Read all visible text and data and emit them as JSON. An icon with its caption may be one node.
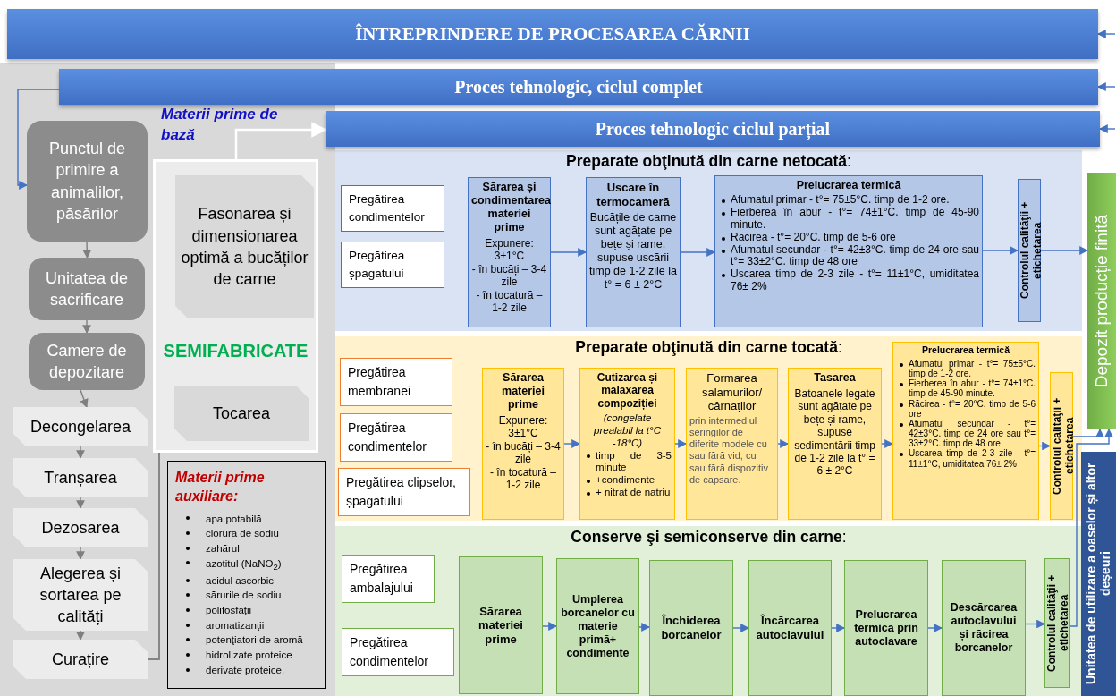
{
  "diagram": {
    "nodes": [
      {
        "text": [
          "ÎNTREPRINDERE DE PROCESAREA CĂRNII"
        ]
      },
      {
        "text": [
          "Proces tehnologic, ciclul complet"
        ]
      },
      {
        "text": [
          "Proces tehnologic ciclul parțial"
        ]
      },
      {
        "text": [
          "Punctul de primire a animalilor, păsărilor"
        ]
      },
      {
        "text": [
          "Unitatea de sacrificare"
        ]
      },
      {
        "text": [
          "Camere de depozitare"
        ]
      },
      {
        "text": [
          "Decongelarea"
        ]
      },
      {
        "text": [
          "Tranșarea"
        ]
      },
      {
        "text": [
          "Dezosarea"
        ]
      },
      {
        "text": [
          "Alegerea și sortarea pe calități"
        ]
      },
      {
        "text": [
          "Curațire"
        ]
      },
      {
        "text": [
          "Materii prime de bază",
          "SEMIFABRICATE"
        ]
      },
      {
        "text": [
          "Fasonarea și dimensionarea optimă a bucăților de carne"
        ],
        "in": 11
      },
      {
        "text": [
          "Tocarea"
        ],
        "in": 11
      },
      {
        "text": [
          "Materii prime auxiliare:",
          "apa potabilă",
          "clorura de sodiu",
          "zahărul",
          "azotitul (NaNO$_{2}$)",
          "acidul ascorbic",
          "sărurile de sodiu",
          "polifosfaţii",
          "aromatizanţii",
          "potenţiatori de aromă",
          "hidrolizate proteice",
          "derivate proteice."
        ]
      },
      {
        "text": [
          "**Preparate obţinută din carne netocată**:"
        ]
      },
      {
        "text": [
          "Pregătirea condimentelor"
        ],
        "in": 15
      },
      {
        "text": [
          "Pregătirea șpagatului"
        ],
        "in": 15
      },
      {
        "text": [
          "Sărarea și condimentarea materiei prime",
          "Expunere: 3±1°C",
          "- în bucăți – 3-4 zile",
          "- în tocatură – 1-2 zile"
        ],
        "in": 15
      },
      {
        "text": [
          "Uscare în termocameră",
          "Bucățile de carne sunt agățate pe bețe și rame, supuse uscării timp de 1-2 zile la t° = 6 ± 2°C"
        ],
        "in": 15
      },
      {
        "text": [
          "Prelucrarea termică",
          "Afumatul primar - t°= 75±5°C. timp de 1-2 ore.",
          "Fierberea în abur - t°= 74±1°C. timp de 45-90 minute.",
          "Răcirea - t°= 20°C. timp de 5-6 ore",
          "Afumatul secundar - t°= 42±3°C. timp de 24 ore sau t°= 33±2°C. timp de 48 ore",
          "Uscarea timp de 2-3 zile - t°= 11±1°C, umiditatea 76± 2%"
        ],
        "in": 15
      },
      {
        "text": [
          "Controlul calităţii + etichetarea"
        ],
        "in": 15
      },
      {
        "text": [
          "**Preparate obţinută din carne tocată**:"
        ]
      },
      {
        "text": [
          "Pregătirea membranei"
        ],
        "in": 22
      },
      {
        "text": [
          "Pregătirea condimentelor"
        ],
        "in": 22
      },
      {
        "text": [
          "Pregătirea clipselor, șpagatului"
        ],
        "in": 22
      },
      {
        "text": [
          "Sărarea materiei prime",
          "Expunere: 3±1°C",
          "- în bucăți – 3-4 zile",
          "- în tocatură – 1-2 zile"
        ],
        "in": 22
      },
      {
        "text": [
          "Cutizarea și malaxarea compoziției",
          "(congelate prealabil la t°C -18°C)",
          "timp de 3-5 minute",
          "+condimente",
          "+ nitrat de natriu"
        ],
        "in": 22
      },
      {
        "text": [
          "Formarea salamurilor/ cârnaților",
          "prin intermediul seringilor de diferite modele cu sau fără vid, cu sau fără dispozitiv de capsare."
        ],
        "in": 22
      },
      {
        "text": [
          "Tasarea",
          "Batoanele legate sunt agățate pe bețe și rame, supuse sedimentării timp de 1-2 zile la t° = 6 ± 2°C"
        ],
        "in": 22
      },
      {
        "text": [
          "Prelucrarea termică",
          "Afumatul primar - t°= 75±5°C. timp de 1-2 ore.",
          "Fierberea în abur - t°= 74±1°C. timp de 45-90 minute.",
          "Răcirea - t°= 20°C. timp de 5-6 ore",
          "Afumatul secundar - t°= 42±3°C. timp de 24 ore sau t°= 33±2°C. timp de 48 ore",
          "Uscarea timp de 2-3 zile - t°= 11±1°C, umiditatea 76± 2%"
        ],
        "in": 22
      },
      {
        "text": [
          "Controlul calităţii + etichetarea"
        ],
        "in": 22
      },
      {
        "text": [
          "**Conserve şi semiconserve din carne**:"
        ]
      },
      {
        "text": [
          "Pregătirea ambalajului"
        ],
        "in": 32
      },
      {
        "text": [
          "Pregătirea condimentelor"
        ],
        "in": 32
      },
      {
        "text": [
          "Sărarea materiei prime"
        ],
        "in": 32
      },
      {
        "text": [
          "Umplerea borcanelor cu materie primă+ condimente"
        ],
        "in": 32
      },
      {
        "text": [
          "Închiderea borcanelor"
        ],
        "in": 32
      },
      {
        "text": [
          "Încărcarea autoclavului"
        ],
        "in": 32
      },
      {
        "text": [
          "Prelucrarea termică prin autoclavare"
        ],
        "in": 32
      },
      {
        "text": [
          "Descărcarea autoclavului și răcirea borcanelor"
        ],
        "in": 32
      },
      {
        "text": [
          "Controlul calităţii + etichetarea"
        ],
        "in": 32
      },
      {
        "text": [
          "Depozit producție finită"
        ]
      },
      {
        "text": [
          "Unitatea de utilizare a oaselor și altor deșeuri"
        ]
      }
    ],
    "edges": [
      {
        "from": null,
        "to": 0,
        "arrow": "to"
      },
      {
        "from": null,
        "to": 1,
        "arrow": "to"
      },
      {
        "from": null,
        "to": 2,
        "arrow": "to"
      },
      {
        "from": 1,
        "to": 3,
        "arrow": "to"
      },
      {
        "from": 3,
        "to": 4,
        "arrow": "to",
        "color": "#7f7f7f"
      },
      {
        "from": 4,
        "to": 5,
        "arrow": "to",
        "color": "#7f7f7f"
      },
      {
        "from": 5,
        "to": 6,
        "arrow": "to",
        "color": "#7f7f7f"
      },
      {
        "from": 6,
        "to": 7,
        "arrow": "to",
        "color": "#7f7f7f"
      },
      {
        "from": 7,
        "to": 8,
        "arrow": "to",
        "color": "#7f7f7f"
      },
      {
        "from": 8,
        "to": 9,
        "arrow": "to",
        "color": "#7f7f7f"
      },
      {
        "from": 9,
        "to": 10,
        "arrow": "to",
        "color": "#7f7f7f"
      },
      {
        "from": 10,
        "to": 12,
        "arrow": "to",
        "color": "#7f7f7f"
      },
      {
        "from": 10,
        "to": 13,
        "arrow": "to",
        "color": "#7f7f7f"
      },
      {
        "from": 11,
        "to": 2,
        "arrow": "to",
        "color": "#ffffff"
      },
      {
        "from": 18,
        "to": 19,
        "arrow": "to"
      },
      {
        "from": 19,
        "to": 20,
        "arrow": "to"
      },
      {
        "from": 20,
        "to": 21,
        "arrow": "to"
      },
      {
        "from": 21,
        "to": 42,
        "arrow": "to"
      },
      {
        "from": 26,
        "to": 27,
        "arrow": "to"
      },
      {
        "from": 27,
        "to": 28,
        "arrow": "to"
      },
      {
        "from": 28,
        "to": 29,
        "arrow": "to"
      },
      {
        "from": 29,
        "to": 30,
        "arrow": "to"
      },
      {
        "from": 30,
        "to": 31,
        "arrow": "to"
      },
      {
        "from": 31,
        "to": 42,
        "arrow": "to"
      },
      {
        "from": 35,
        "to": 36,
        "arrow": "to"
      },
      {
        "from": 36,
        "to": 37,
        "arrow": "to"
      },
      {
        "from": 37,
        "to": 38,
        "arrow": "to"
      },
      {
        "from": 38,
        "to": 39,
        "arrow": "to"
      },
      {
        "from": 39,
        "to": 40,
        "arrow": "to"
      },
      {
        "from": 40,
        "to": 41,
        "arrow": "to"
      },
      {
        "from": 41,
        "to": 42,
        "arrow": "to"
      }
    ]
  }
}
